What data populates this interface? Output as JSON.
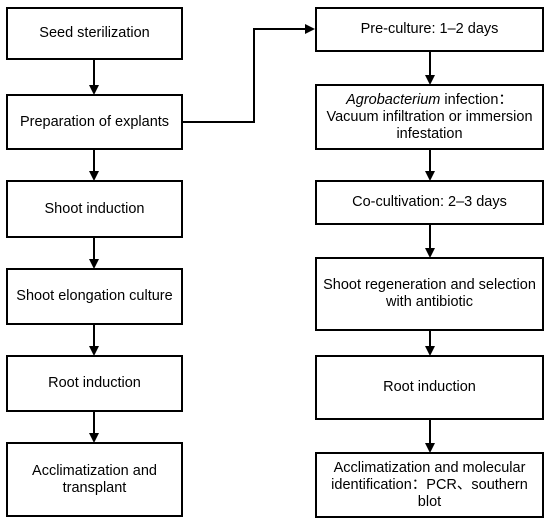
{
  "left_flow": {
    "steps": [
      {
        "label": "Seed sterilization"
      },
      {
        "label": "Preparation of explants"
      },
      {
        "label": "Shoot induction"
      },
      {
        "label": "Shoot elongation culture"
      },
      {
        "label": "Root induction"
      },
      {
        "line1": "Acclimatization and",
        "line2": "transplant"
      }
    ]
  },
  "right_flow": {
    "steps": [
      {
        "label": "Pre-culture: 1–2 days"
      },
      {
        "line1_italic": "Agrobacterium",
        "line1_rest": " infection：",
        "line2": "Vacuum infiltration or immersion",
        "line3": "infestation"
      },
      {
        "label": "Co-cultivation: 2–3 days"
      },
      {
        "line1": "Shoot regeneration and selection",
        "line2": "with antibiotic"
      },
      {
        "label": "Root induction"
      },
      {
        "line1": "Acclimatization and molecular",
        "line2": "identification：PCR、southern",
        "line3": "blot"
      }
    ]
  }
}
